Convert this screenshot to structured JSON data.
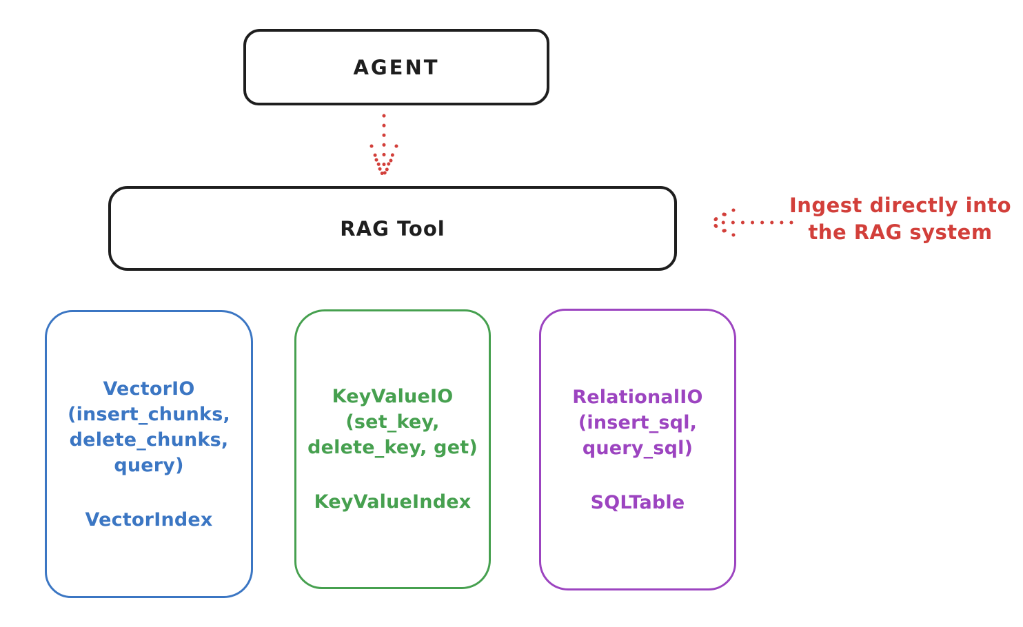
{
  "colors": {
    "ink": "#1e1e1e",
    "red": "#d23f3a",
    "blue": "#3b76c3",
    "green": "#46a04f",
    "purple": "#9c44c0"
  },
  "agent": {
    "label": "AGENT"
  },
  "rag_tool": {
    "label": "RAG Tool"
  },
  "annotation": {
    "line1": "Ingest directly into",
    "line2": "the RAG system"
  },
  "arrows": {
    "agent_to_rag": {
      "style": "dotted",
      "color": "#d23f3a",
      "direction": "down"
    },
    "ingest_to_rag": {
      "style": "dotted",
      "color": "#d23f3a",
      "direction": "left"
    }
  },
  "cards": [
    {
      "name": "vector-io",
      "color": "#3b76c3",
      "lines": [
        "VectorIO",
        "(insert_chunks,",
        "delete_chunks,",
        "query)"
      ],
      "index": "VectorIndex"
    },
    {
      "name": "keyvalue-io",
      "color": "#46a04f",
      "lines": [
        "KeyValueIO",
        "(set_key,",
        "delete_key, get)"
      ],
      "index": "KeyValueIndex"
    },
    {
      "name": "relational-io",
      "color": "#9c44c0",
      "lines": [
        "RelationalIO",
        "(insert_sql,",
        "query_sql)"
      ],
      "index": "SQLTable"
    }
  ]
}
